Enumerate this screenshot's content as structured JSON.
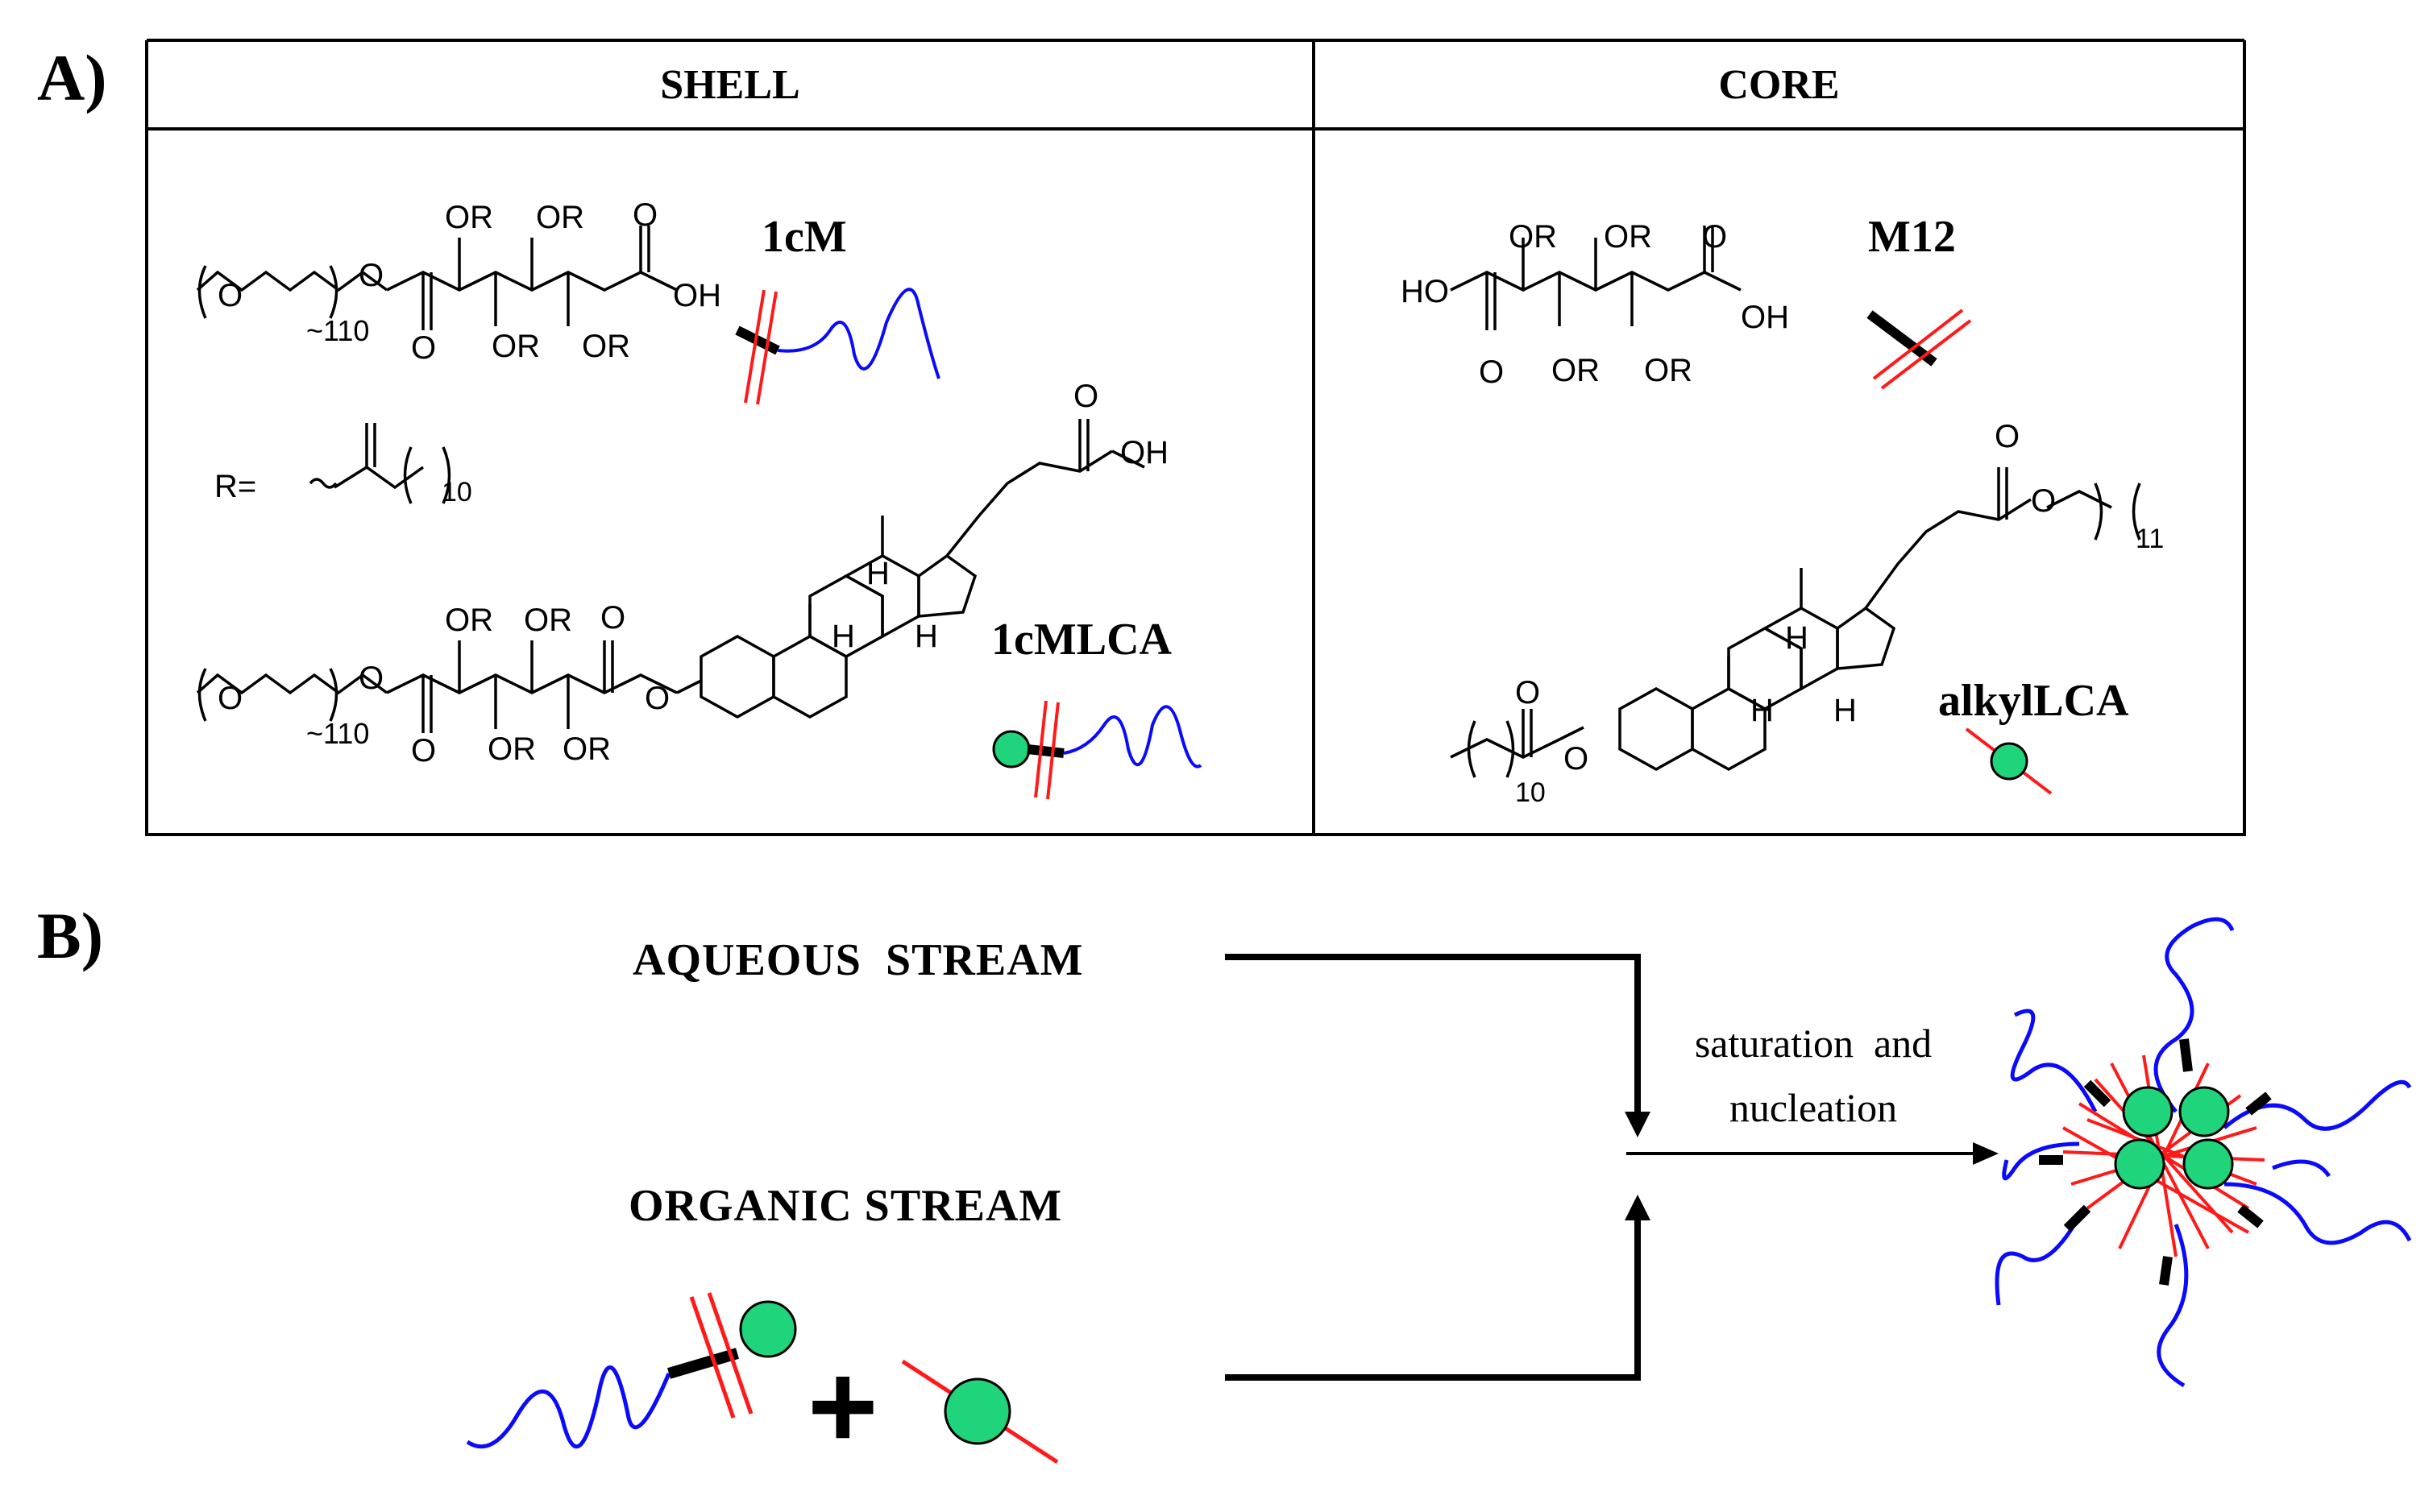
{
  "panel_a": {
    "label": "A)",
    "shell_header": "SHELL",
    "core_header": "CORE",
    "compounds": {
      "c1cM": "1cM",
      "c1cMLCA": "1cMLCA",
      "m12": "M12",
      "alkylLCA": "alkylLCA"
    },
    "r_group": {
      "label": "R=",
      "subscript": "10"
    },
    "chem_labels": {
      "or": "OR",
      "oh": "OH",
      "ho": "HO",
      "o": "O",
      "h": "H",
      "peg_repeat": "~110",
      "n10": "10",
      "n11": "11"
    }
  },
  "panel_b": {
    "label": "B)",
    "aqueous": "AQUEOUS  STREAM",
    "organic": "ORGANIC STREAM",
    "process_line1": "saturation  and",
    "process_line2": "nucleation",
    "plus": "+"
  },
  "colors": {
    "shell_chain": "#0a0aff",
    "ester_bars": "#ff1a1a",
    "core_sphere": "#1fd47a",
    "linker": "#000000"
  }
}
